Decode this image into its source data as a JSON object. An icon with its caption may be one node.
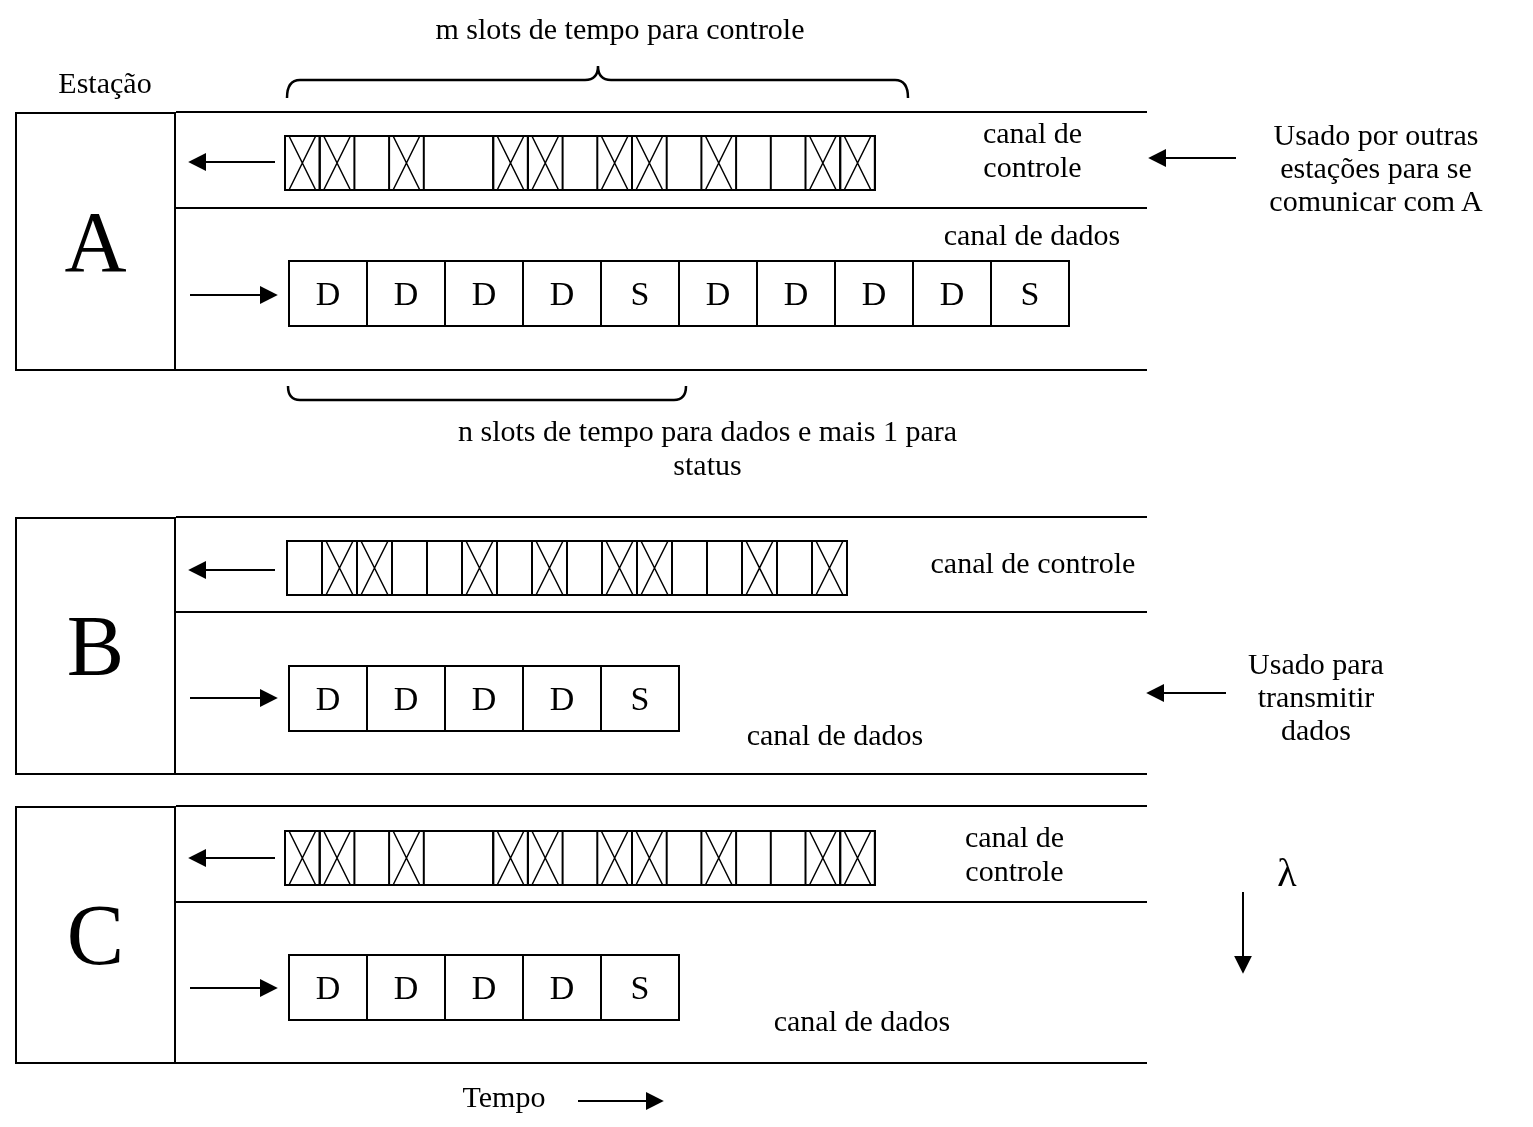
{
  "diagram": {
    "nodes": [
      {
        "text": [
          "A"
        ]
      },
      {
        "text": [
          "Usado por outras estações para se comunicar com A"
        ]
      },
      {
        "text": [
          "D"
        ]
      },
      {
        "text": [
          "D"
        ]
      },
      {
        "text": [
          "D"
        ]
      },
      {
        "text": [
          "D"
        ]
      },
      {
        "text": [
          "S"
        ]
      },
      {
        "text": [
          "D"
        ]
      },
      {
        "text": [
          "D"
        ]
      },
      {
        "text": [
          "D"
        ]
      },
      {
        "text": [
          "D"
        ]
      },
      {
        "text": [
          "S"
        ]
      },
      {
        "text": [
          "B"
        ]
      },
      {
        "text": [
          "D"
        ]
      },
      {
        "text": [
          "D"
        ]
      },
      {
        "text": [
          "D"
        ]
      },
      {
        "text": [
          "D"
        ]
      },
      {
        "text": [
          "S"
        ]
      },
      {
        "text": [
          "Usado para transmitir dados"
        ]
      },
      {
        "text": [
          "C"
        ]
      },
      {
        "text": [
          "D"
        ]
      },
      {
        "text": [
          "D"
        ]
      },
      {
        "text": [
          "D"
        ]
      },
      {
        "text": [
          "D"
        ]
      },
      {
        "text": [
          "S"
        ]
      }
    ],
    "edges": [
      {
        "from": 1,
        "to": null,
        "arrow": "to"
      },
      {
        "from": 18,
        "to": null,
        "arrow": "to"
      }
    ],
    "labels": [
      "m slots de tempo para controle",
      "Estação",
      "canal de controle",
      "canal de dados",
      "n slots de tempo para dados e mais 1 para status",
      "canal de controle",
      "canal de dados",
      "λ",
      "canal de controle",
      "canal de dados",
      "Tempo"
    ]
  }
}
